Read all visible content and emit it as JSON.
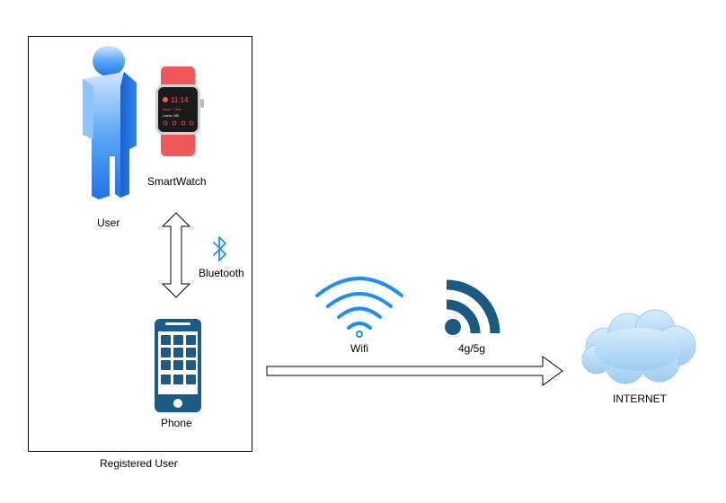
{
  "group": {
    "caption": "Registered User"
  },
  "nodes": {
    "user": "User",
    "smartwatch": "SmartWatch",
    "phone": "Phone",
    "internet": "INTERNET",
    "wifi": "Wifi",
    "cellular": "4g/5g"
  },
  "links": {
    "bluetooth": "Bluetooth"
  },
  "watch_screen": {
    "time": "11:14",
    "line1": "Board + Wed",
    "line2": "Lorenz, MD"
  },
  "colors": {
    "user_blue": "#1e73e6",
    "watch_band": "#f0585a",
    "bluetooth": "#1e8ff0",
    "wifi": "#1e8ff0",
    "cellular": "#1a5a82",
    "phone": "#1b5b86",
    "cloud": "#a9d4f5"
  },
  "icons": [
    "user-icon",
    "smartwatch-icon",
    "bluetooth-icon",
    "phone-icon",
    "wifi-icon",
    "cellular-signal-icon",
    "cloud-icon"
  ]
}
